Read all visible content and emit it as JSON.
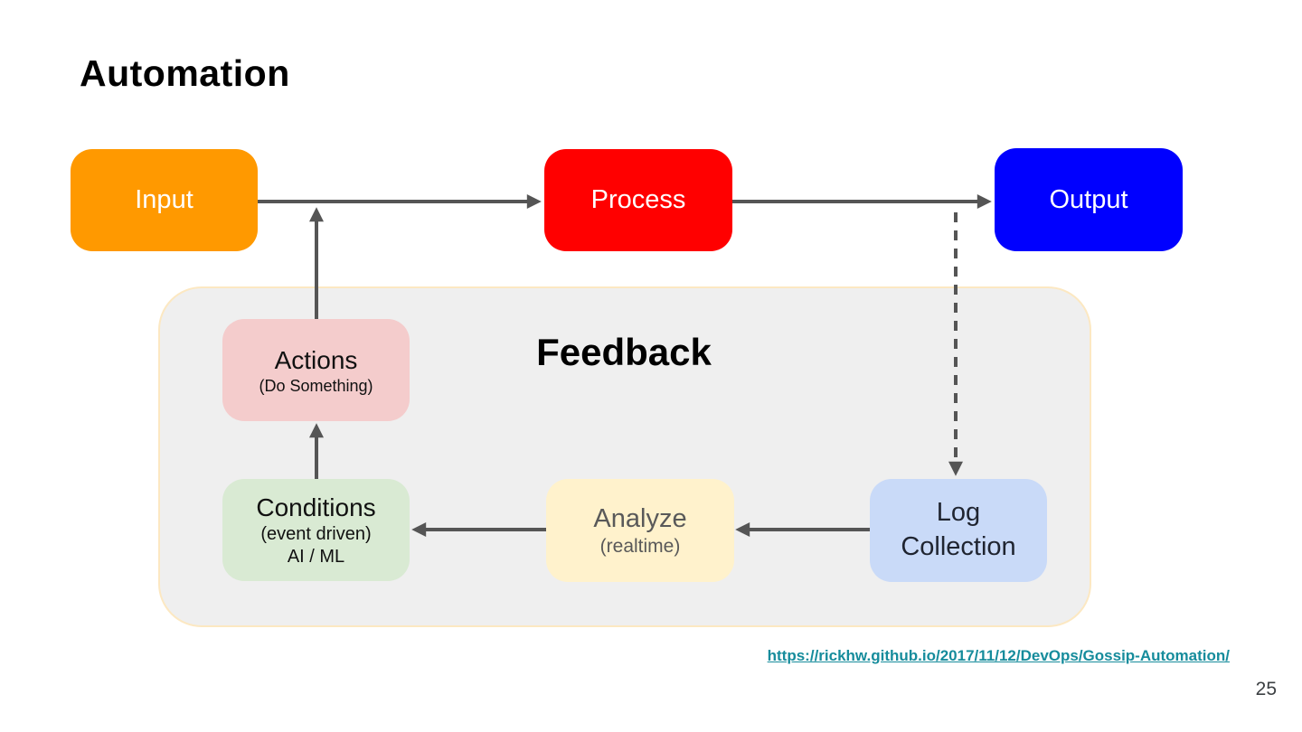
{
  "slide": {
    "title": "Automation",
    "page_number": "25",
    "link": "https://rickhw.github.io/2017/11/12/DevOps/Gossip-Automation/"
  },
  "colors": {
    "arrow": "#555555",
    "link": "#168C9C",
    "feedback_bg": "#EFEFEF",
    "feedback_border": "#FCE8C2"
  },
  "feedback": {
    "label": "Feedback"
  },
  "nodes": {
    "input": {
      "label": "Input",
      "bg": "#FF9900",
      "text_color": "#FFFFFF"
    },
    "process": {
      "label": "Process",
      "bg": "#FF0000",
      "text_color": "#FFFFFF"
    },
    "output": {
      "label": "Output",
      "bg": "#0000FF",
      "text_color": "#FFFFFF"
    },
    "actions": {
      "label": "Actions",
      "sublabel": "(Do Something)",
      "bg": "#F4CCCC"
    },
    "conditions": {
      "label": "Conditions",
      "sublabel": "(event driven)",
      "sublabel2": "AI / ML",
      "bg": "#D9EAD3"
    },
    "analyze": {
      "label": "Analyze",
      "sublabel": "(realtime)",
      "bg": "#FFF2CC"
    },
    "log_collection": {
      "label": "Log Collection",
      "bg": "#C9DAF8"
    }
  }
}
